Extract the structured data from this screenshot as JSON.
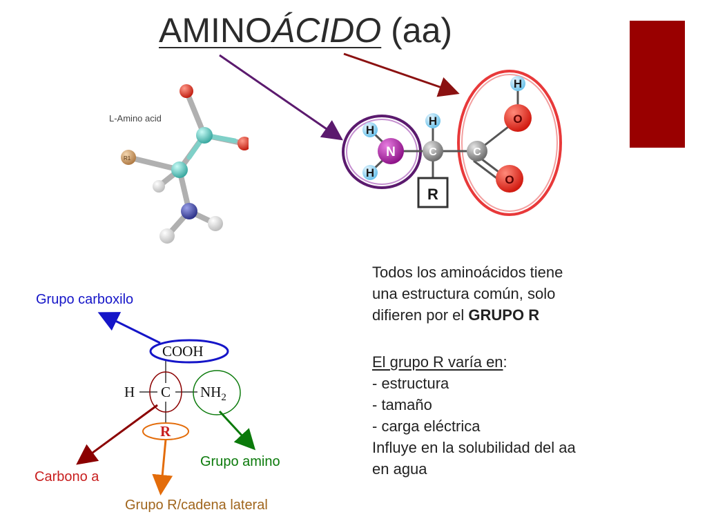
{
  "title": {
    "part1": "AMINO",
    "part2": "ÁCIDO",
    "part3": " (aa)"
  },
  "molecule_3d": {
    "caption": "L-Amino acid",
    "r_label": "R1"
  },
  "molecule_2d": {
    "atoms": {
      "h_top1": "H",
      "h_top2": "H",
      "n": "N",
      "c1": "C",
      "c2": "C",
      "o1": "O",
      "o2": "O",
      "h_n1": "H",
      "h_n2": "H"
    },
    "r_box": "R"
  },
  "formula": {
    "cooh": "COOH",
    "h": "H",
    "c": "C",
    "nh": "NH",
    "nh_sub": "2",
    "r": "R"
  },
  "labels": {
    "carboxilo": "Grupo carboxilo",
    "carbono": "Carbono a",
    "amino": "Grupo amino",
    "cadena": "Grupo R/cadena lateral"
  },
  "text": {
    "p1_line1": "Todos los aminoácidos tiene",
    "p1_line2": "una estructura común, solo",
    "p1_line3_pre": "difieren por el ",
    "p1_line3_bold": "GRUPO R",
    "p2_heading": "El grupo R varía en",
    "p2_colon": ":",
    "items": [
      "- estructura",
      "- tamaño",
      "- carga eléctrica"
    ],
    "line_sol1": "Influye en la solubilidad del aa",
    "line_sol2": "en agua"
  },
  "colors": {
    "carboxilo": "#1515c8",
    "carbono": "#8b0000",
    "amino": "#0b7a0b",
    "cadena": "#e36c0a",
    "accent_bar": "#990000",
    "oxygen": "#e31b1b",
    "nitrogen": "#a0199c",
    "hydrogen": "#7fc6e8",
    "carbon": "#8c8c8c"
  }
}
